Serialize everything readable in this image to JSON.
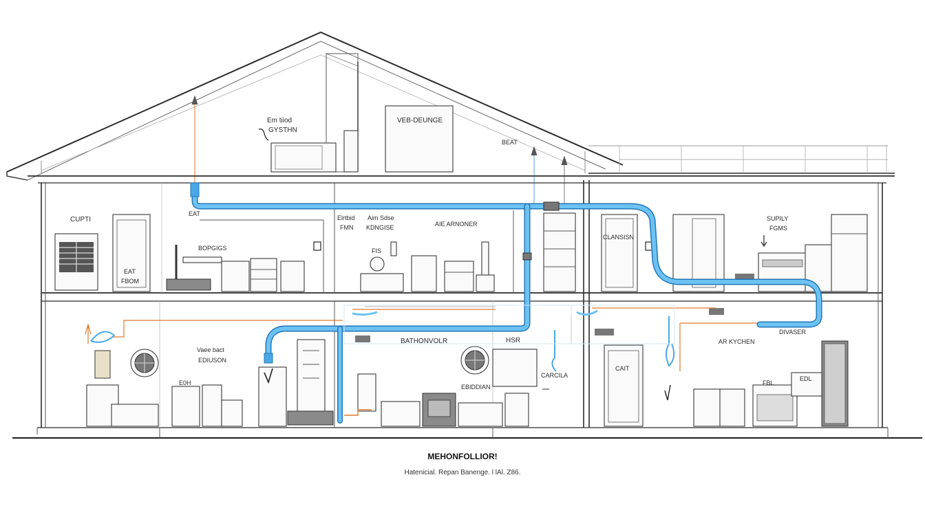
{
  "colors": {
    "duct": "#4aa8e6",
    "duct_edge": "#2276b8",
    "hot_line": "#e07a2e",
    "wall": "#2b2b2b"
  },
  "labels": {
    "attic_left": [
      "Em tiiod",
      "GYSTHN"
    ],
    "attic_unit": "VEB-DEUNGE",
    "attic_right": "BEAT",
    "upper_far_left": "CUPTI",
    "upper_eat": "EAT",
    "upper_room": [
      "EAT",
      "FBOM"
    ],
    "upper_bogs": "BOPGIGS",
    "upper_fan_box": [
      "Elrtbid",
      "FMN"
    ],
    "upper_air_box": [
      "Aim Sdse",
      "KDNGISE"
    ],
    "upper_fis": "FIS",
    "upper_handler": "AIE ARNONER",
    "upper_classen": "CLANSISN",
    "upper_supply": [
      "SUPILY",
      "FGMS"
    ],
    "lower_left_room": [
      "Vaee bact",
      "EDIUSON"
    ],
    "lower_left_eoh": "E0H",
    "lower_bath": "BATHONVOLR",
    "lower_hsr": "HSR",
    "lower_ebiddian": "EBIDDIAN",
    "lower_carcila": "CARCILA",
    "lower_cait": "CAIT",
    "lower_kitchen": "AR KYCHEN",
    "lower_dvaser": "DIVASER",
    "lower_fbl": "FBL",
    "lower_edl": "EDL"
  },
  "footer": {
    "title": "MEHONFOLLIOR!",
    "subtitle": "Hatenicial. Repan Banenge. l lAl. Z86."
  }
}
